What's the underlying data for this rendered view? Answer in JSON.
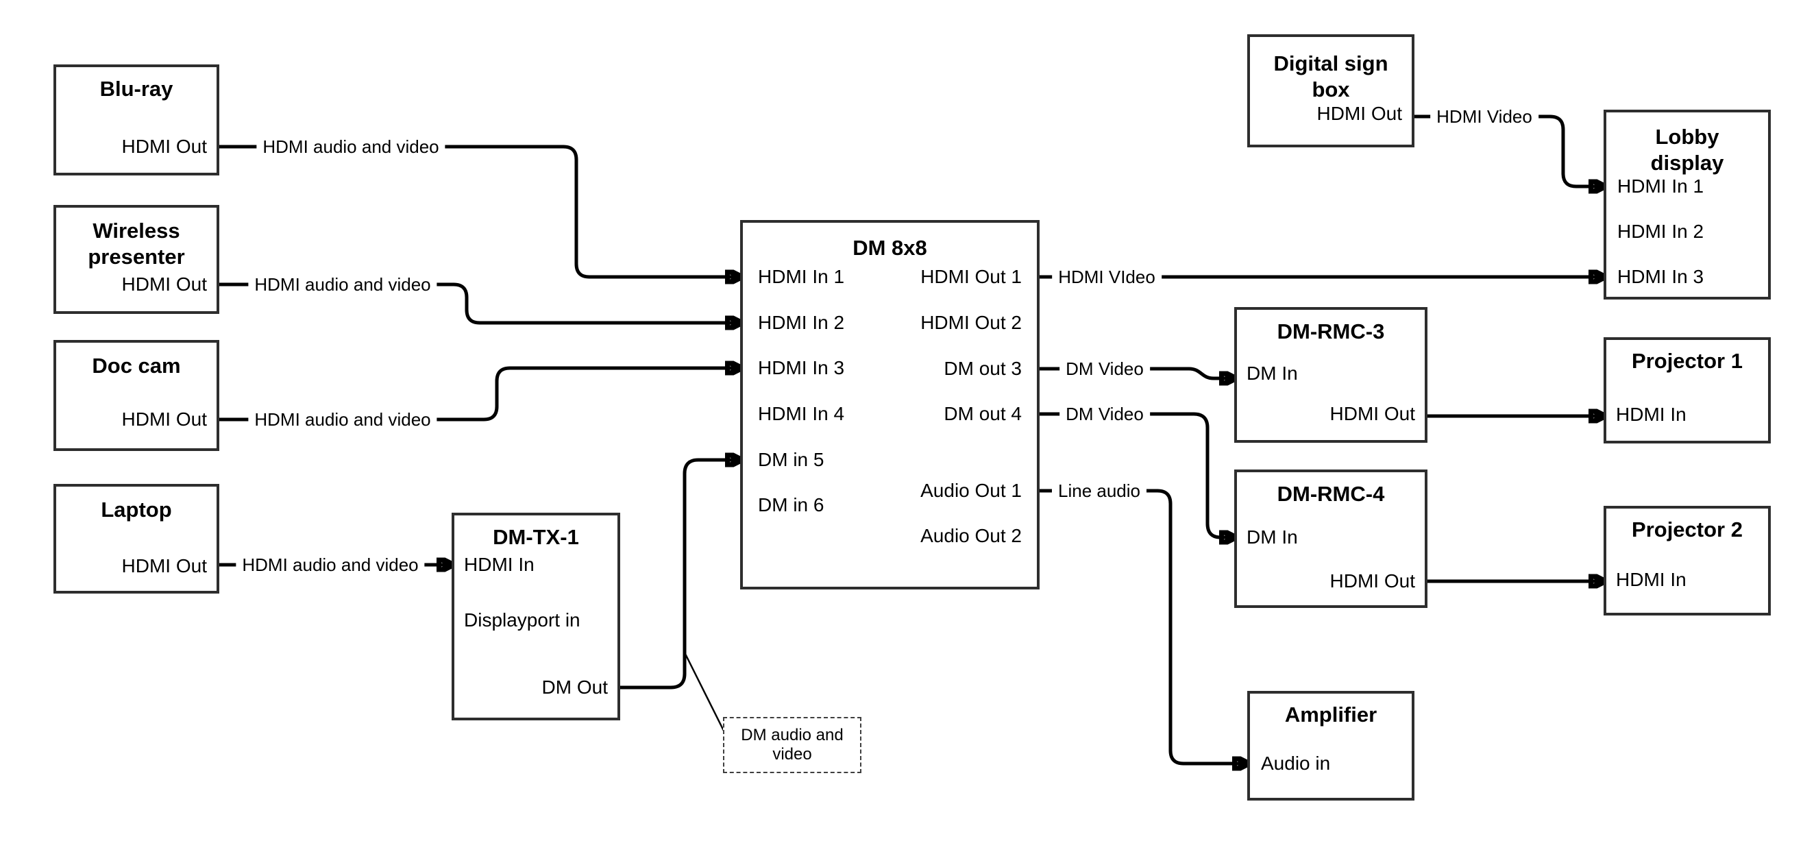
{
  "diagram": {
    "type": "av-signal-flow",
    "colors": {
      "background": "#ffffff",
      "box_border": "#2e2e2e",
      "wire": "#000000",
      "text": "#000000"
    },
    "nodes": {
      "blu_ray": {
        "title": "Blu-ray",
        "ports": [
          "HDMI Out"
        ]
      },
      "wireless_presenter": {
        "title": "Wireless presenter",
        "ports": [
          "HDMI Out"
        ]
      },
      "doc_cam": {
        "title": "Doc cam",
        "ports": [
          "HDMI Out"
        ]
      },
      "laptop": {
        "title": "Laptop",
        "ports": [
          "HDMI Out"
        ]
      },
      "dm_tx_1": {
        "title": "DM-TX-1",
        "ports": [
          "HDMI In",
          "Displayport in",
          "DM Out"
        ]
      },
      "dm_8x8": {
        "title": "DM 8x8",
        "ports_left": [
          "HDMI In 1",
          "HDMI In 2",
          "HDMI In 3",
          "HDMI In 4",
          "DM in 5",
          "DM in 6"
        ],
        "ports_right": [
          "HDMI Out 1",
          "HDMI Out 2",
          "DM out 3",
          "DM out 4",
          "Audio Out 1",
          "Audio Out 2"
        ]
      },
      "digital_sign_box": {
        "title": "Digital sign box",
        "ports": [
          "HDMI Out"
        ]
      },
      "lobby_display": {
        "title": "Lobby display",
        "ports": [
          "HDMI In 1",
          "HDMI In 2",
          "HDMI In 3"
        ]
      },
      "dm_rmc_3": {
        "title": "DM-RMC-3",
        "ports": [
          "DM In",
          "HDMI Out"
        ]
      },
      "projector_1": {
        "title": "Projector 1",
        "ports": [
          "HDMI In"
        ]
      },
      "dm_rmc_4": {
        "title": "DM-RMC-4",
        "ports": [
          "DM In",
          "HDMI Out"
        ]
      },
      "projector_2": {
        "title": "Projector 2",
        "ports": [
          "HDMI In"
        ]
      },
      "amplifier": {
        "title": "Amplifier",
        "ports": [
          "Audio in"
        ]
      }
    },
    "wires": [
      {
        "from": "Blu-ray HDMI Out",
        "to": "DM 8x8 HDMI In 1",
        "label": "HDMI audio and video"
      },
      {
        "from": "Wireless presenter HDMI Out",
        "to": "DM 8x8 HDMI In 2",
        "label": "HDMI audio and video"
      },
      {
        "from": "Doc cam HDMI Out",
        "to": "DM 8x8 HDMI In 3",
        "label": "HDMI audio and video"
      },
      {
        "from": "Laptop HDMI Out",
        "to": "DM-TX-1 HDMI In",
        "label": "HDMI audio and video"
      },
      {
        "from": "DM-TX-1 DM Out",
        "to": "DM 8x8 DM in 5",
        "label": ""
      },
      {
        "from": "DM 8x8 HDMI Out 1",
        "to": "Lobby display HDMI In 3",
        "label": "HDMI VIdeo"
      },
      {
        "from": "Digital sign box HDMI Out",
        "to": "Lobby display HDMI In 1",
        "label": "HDMI Video"
      },
      {
        "from": "DM 8x8 DM out 3",
        "to": "DM-RMC-3 DM In",
        "label": "DM Video"
      },
      {
        "from": "DM 8x8 DM out 4",
        "to": "DM-RMC-4 DM In",
        "label": "DM Video"
      },
      {
        "from": "DM 8x8 Audio Out 1",
        "to": "Amplifier Audio in",
        "label": "Line audio"
      },
      {
        "from": "DM-RMC-3 HDMI Out",
        "to": "Projector 1 HDMI In",
        "label": ""
      },
      {
        "from": "DM-RMC-4 HDMI Out",
        "to": "Projector 2 HDMI In",
        "label": ""
      }
    ],
    "note": {
      "text": "DM audio and video",
      "attached_to": "DM-TX-1 DM Out wire"
    }
  }
}
